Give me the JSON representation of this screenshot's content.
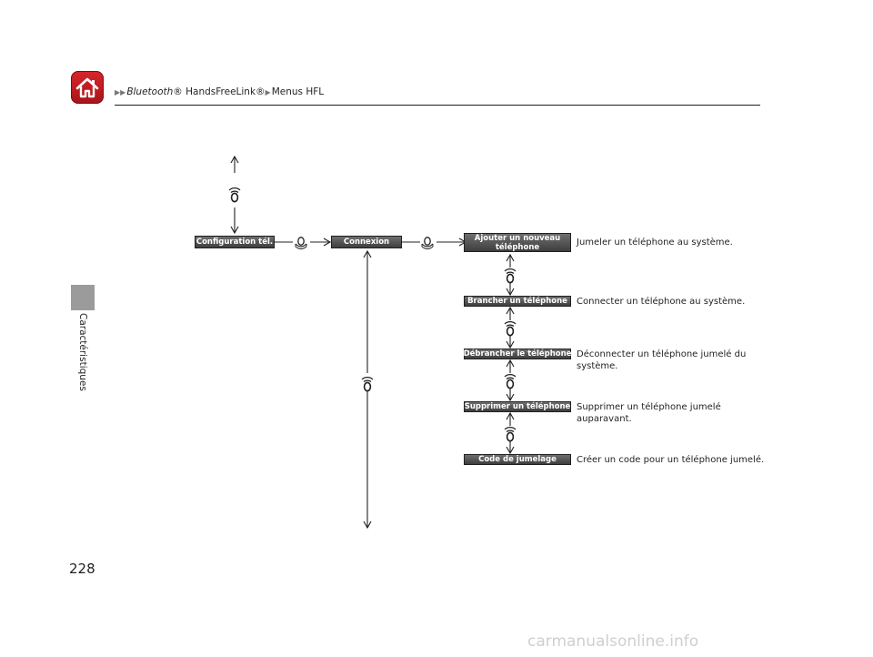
{
  "header": {
    "breadcrumb_part1": "Bluetooth",
    "breadcrumb_part1_suffix": "® HandsFreeLink®",
    "breadcrumb_part2": "Menus HFL",
    "home_icon": "home-icon"
  },
  "side_tab": {
    "label": "Caractéristiques"
  },
  "page_number": "228",
  "diagram": {
    "config_label": "Configuration tél.",
    "connexion_label": "Connexion",
    "items": [
      {
        "label": "Ajouter un nouveau\ntéléphone",
        "desc": "Jumeler un téléphone au système."
      },
      {
        "label": "Brancher un téléphone",
        "desc": "Connecter un téléphone au système."
      },
      {
        "label": "Débrancher le téléphone",
        "desc": "Déconnecter un téléphone jumelé du\nsystème."
      },
      {
        "label": "Supprimer un téléphone",
        "desc": "Supprimer un téléphone jumelé\nauparavant."
      },
      {
        "label": "Code de jumelage",
        "desc": "Créer un code pour un téléphone jumelé."
      }
    ],
    "icons": {
      "knob_rotate": "knob-rotate-icon",
      "knob_press": "knob-press-icon"
    }
  },
  "watermark": "carmanualsonline.info"
}
